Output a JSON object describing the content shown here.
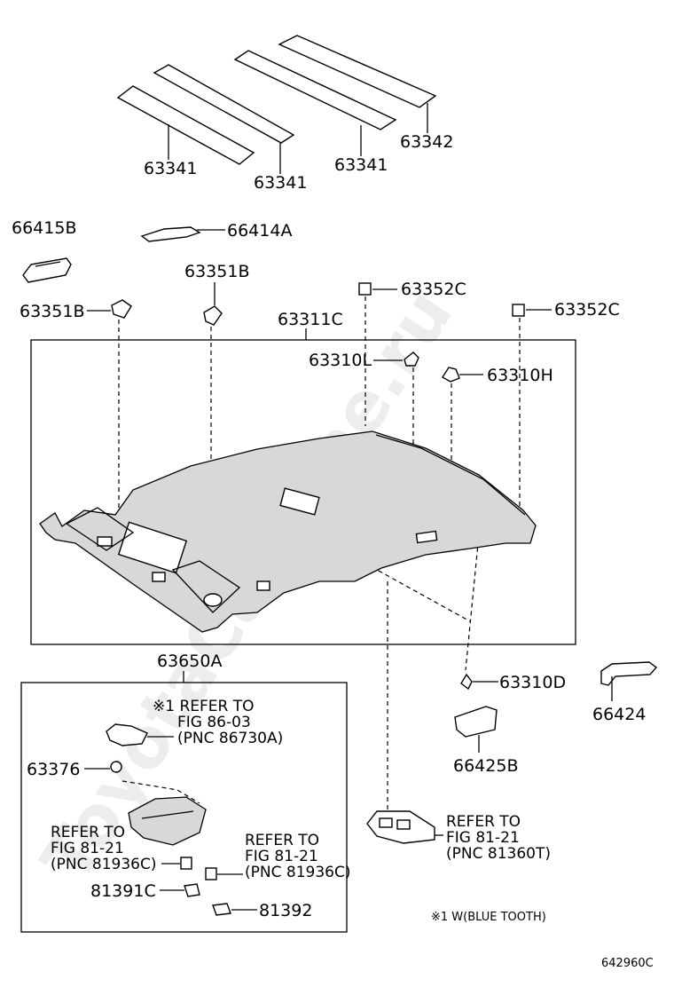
{
  "watermark": "ToyotaCarMine.ru",
  "diagram_code": "642960C",
  "note": "※1 W(BLUE TOOTH)",
  "labels": {
    "p63341a": "63341",
    "p63341b": "63341",
    "p63341c": "63341",
    "p63342": "63342",
    "p66415B": "66415B",
    "p66414A": "66414A",
    "p63351B_a": "63351B",
    "p63351B_b": "63351B",
    "p63352C_a": "63352C",
    "p63352C_b": "63352C",
    "p63311C": "63311C",
    "p63310L": "63310L",
    "p63310H": "63310H",
    "p63310D": "63310D",
    "p63650A": "63650A",
    "p66424": "66424",
    "p66425B": "66425B",
    "p63376": "63376",
    "p81391C": "81391C",
    "p81392": "81392"
  },
  "refs": {
    "ref1": [
      "※1 REFER TO",
      "FIG 86-03",
      "(PNC 86730A)"
    ],
    "ref2": [
      "REFER TO",
      "FIG 81-21",
      "(PNC 81936C)"
    ],
    "ref3": [
      "REFER TO",
      "FIG 81-21",
      "(PNC 81936C)"
    ],
    "ref4": [
      "REFER TO",
      "FIG 81-21",
      "(PNC 81360T)"
    ]
  }
}
